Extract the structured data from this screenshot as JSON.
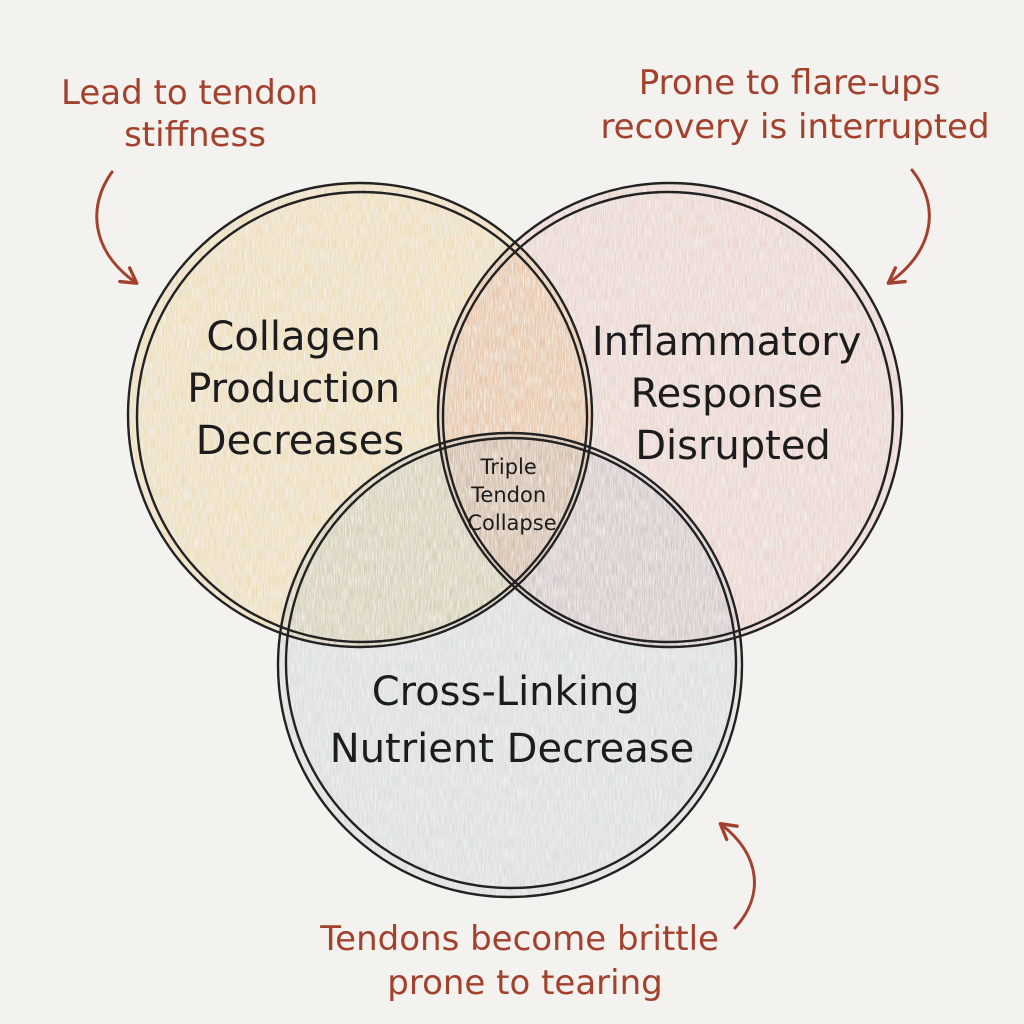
{
  "colors": {
    "background": "#f3f2ee",
    "circle_left_fill": "#f0c060",
    "circle_right_fill": "#e89a94",
    "circle_bottom_fill": "#9fb4c8",
    "outline": "#222222",
    "annotation": "#a3412e",
    "label_text": "#1c1c1c"
  },
  "circles": {
    "left": {
      "label_lines": [
        "Collagen",
        "Production",
        "Decreases"
      ]
    },
    "right": {
      "label_lines": [
        "Inflammatory",
        "Response",
        "Disrupted"
      ]
    },
    "bottom": {
      "label_lines": [
        "Cross-Linking",
        "Nutrient Decrease"
      ]
    }
  },
  "center": {
    "label_lines": [
      "Triple",
      "Tendon",
      "Collapse"
    ]
  },
  "annotations": {
    "top_left": {
      "lines": [
        "Lead to tendon",
        "stiffness"
      ],
      "icon": "curved-arrow-icon"
    },
    "top_right": {
      "lines": [
        "Prone to flare-ups",
        "recovery is interrupted"
      ],
      "icon": "curved-arrow-icon"
    },
    "bottom": {
      "lines": [
        "Tendons become brittle",
        "prone to tearing"
      ],
      "icon": "curved-arrow-icon"
    }
  }
}
